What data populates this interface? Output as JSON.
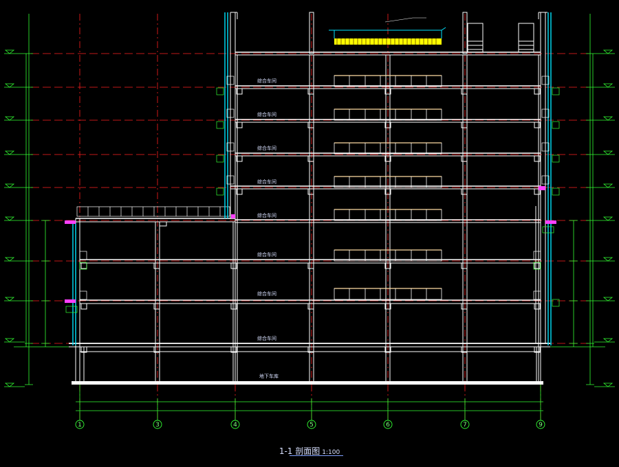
{
  "drawing": {
    "title": "1-1 剖面图",
    "scale": "1:100",
    "grid_axes": [
      "1",
      "3",
      "4",
      "5",
      "6",
      "7",
      "9"
    ],
    "room_label_upper": "综合车间",
    "room_label_basement": "地下车库",
    "colors": {
      "background": "#000000",
      "structure": "#ffffff",
      "grid_line": "#ff2020",
      "dimension": "#33ff33",
      "glazing": "#00e5ff",
      "beam_highlight": "#ffa000",
      "roof_hatch": "#ffff00",
      "parapet_magenta": "#ff40ff",
      "axis_text": "#7fff7f"
    }
  }
}
